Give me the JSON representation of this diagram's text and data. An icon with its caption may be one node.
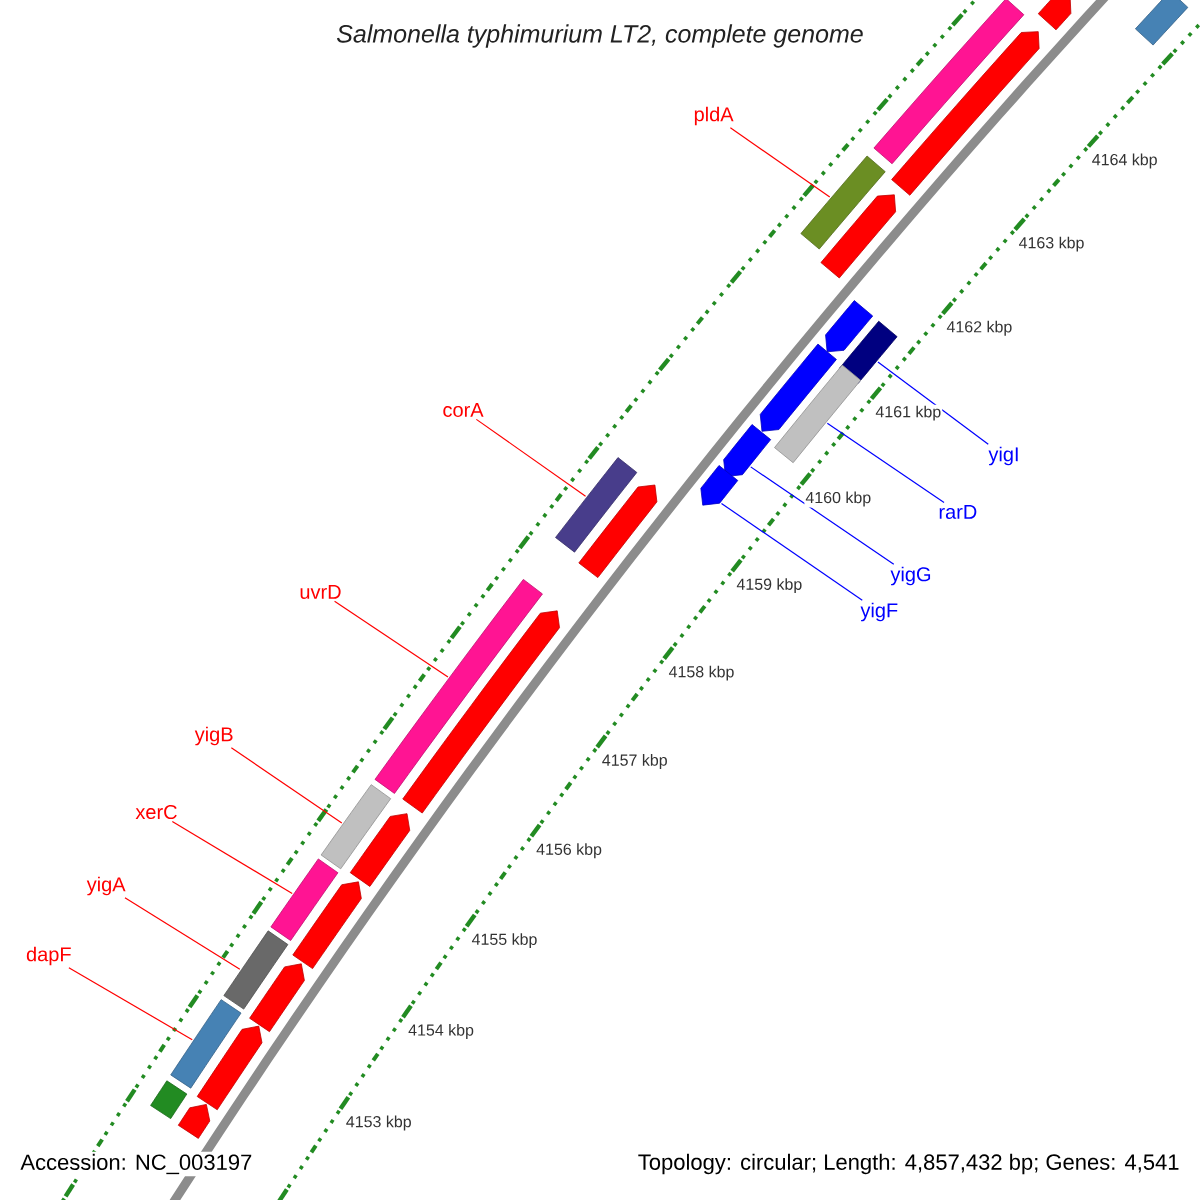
{
  "diagram": {
    "title": "Salmonella typhimurium LT2, complete genome",
    "nodes": [
      {
        "text": [
          "pldA"
        ]
      },
      {
        "text": [
          "corA"
        ]
      },
      {
        "text": [
          "uvrD"
        ]
      },
      {
        "text": [
          "yigB"
        ]
      },
      {
        "text": [
          "xerC"
        ]
      },
      {
        "text": [
          "yigA"
        ]
      },
      {
        "text": [
          "dapF"
        ]
      },
      {
        "text": [
          "yigI"
        ]
      },
      {
        "text": [
          "rarD"
        ]
      },
      {
        "text": [
          "yigG"
        ]
      },
      {
        "text": [
          "yigF"
        ]
      },
      {
        "text": [],
        "shape": "bar"
      },
      {
        "text": [],
        "shape": "arrow"
      },
      {
        "text": [],
        "shape": "bar"
      },
      {
        "text": [],
        "shape": "arrow"
      },
      {
        "text": [],
        "shape": "bar"
      },
      {
        "text": [],
        "shape": "arrow"
      },
      {
        "text": [],
        "shape": "arrow"
      },
      {
        "text": [],
        "shape": "bar"
      },
      {
        "text": [],
        "shape": "arrow"
      },
      {
        "text": [],
        "shape": "bar"
      },
      {
        "text": [],
        "shape": "arrow"
      },
      {
        "text": [],
        "shape": "arrow"
      },
      {
        "text": [],
        "shape": "bar"
      },
      {
        "text": [],
        "shape": "arrow"
      },
      {
        "text": [],
        "shape": "bar"
      },
      {
        "text": [],
        "shape": "arrow"
      },
      {
        "text": [],
        "shape": "bar"
      },
      {
        "text": [],
        "shape": "arrow"
      },
      {
        "text": [],
        "shape": "bar"
      },
      {
        "text": [],
        "shape": "arrow"
      },
      {
        "text": [],
        "shape": "bar"
      },
      {
        "text": [],
        "shape": "arrow"
      },
      {
        "text": [],
        "shape": "bar"
      },
      {
        "text": [],
        "shape": "arrow"
      },
      {
        "text": [],
        "shape": "bar"
      },
      {
        "text": [],
        "shape": "arrow"
      }
    ],
    "edges": [
      {
        "from": 0,
        "to": 15,
        "arrow": "none"
      },
      {
        "from": 1,
        "to": 23,
        "arrow": "none"
      },
      {
        "from": 2,
        "to": 25,
        "arrow": "none"
      },
      {
        "from": 3,
        "to": 27,
        "arrow": "none"
      },
      {
        "from": 4,
        "to": 29,
        "arrow": "none"
      },
      {
        "from": 5,
        "to": 31,
        "arrow": "none"
      },
      {
        "from": 6,
        "to": 33,
        "arrow": "none"
      },
      {
        "from": 7,
        "to": 18,
        "arrow": "none",
        "color": "#0000ff"
      },
      {
        "from": 8,
        "to": 20,
        "arrow": "none",
        "color": "#0000ff"
      },
      {
        "from": 9,
        "to": 21,
        "arrow": "none",
        "color": "#0000ff"
      },
      {
        "from": 10,
        "to": 22,
        "arrow": "none",
        "color": "#0000ff"
      }
    ],
    "labels": [
      "4164 kbp",
      "4163 kbp",
      "4162 kbp",
      "4161 kbp",
      "4160 kbp",
      "4159 kbp",
      "4158 kbp",
      "4157 kbp",
      "4156 kbp",
      "4155 kbp",
      "4154 kbp",
      "4153 kbp",
      "Accession: NC_003197",
      "Topology: circular; Length: 4,857,432 bp; Genes: 4,541"
    ]
  }
}
